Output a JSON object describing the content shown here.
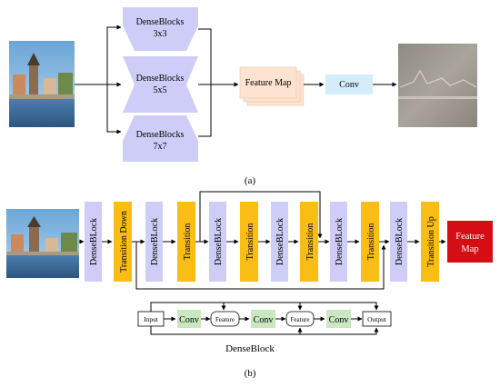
{
  "panel_a": {
    "blocks": [
      {
        "line1": "DenseBlocks",
        "line2": "3x3"
      },
      {
        "line1": "DenseBlocks",
        "line2": "5x5"
      },
      {
        "line1": "DenseBlocks",
        "line2": "7x7"
      }
    ],
    "feature_map": "Feature Map",
    "conv": "Conv",
    "caption": "(a)"
  },
  "panel_b": {
    "pipeline": [
      "DenseBLock",
      "Transition Down",
      "DenseBLock",
      "Transition",
      "DenseBLock",
      "Transition",
      "DenseBLock",
      "Transition",
      "DenseBLock",
      "Transition",
      "DenseBLock",
      "Transition Up"
    ],
    "output": {
      "line1": "Feature",
      "line2": "Map"
    },
    "denseblock_detail": {
      "input": "Input",
      "conv": "Conv",
      "feature": "Feature",
      "output": "Output",
      "title": "DenseBlock"
    },
    "caption": "(b)"
  },
  "colors": {
    "purple": "#cdcdf7",
    "orange": "#f9bd14",
    "peach": "#fde3d0",
    "blue": "#d3eefa",
    "green": "#c9e7c0",
    "red": "#d50d14"
  }
}
